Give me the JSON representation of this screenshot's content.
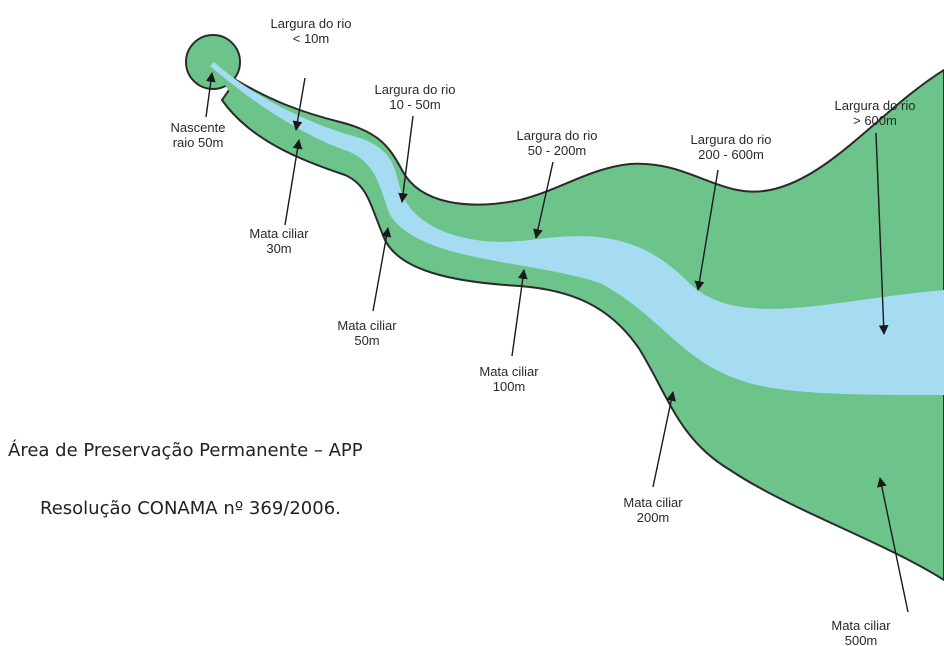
{
  "colors": {
    "vegetation": "#6cc48a",
    "river": "#a5dcf2",
    "outline": "#2b2b2b",
    "arrow": "#1a1a1a"
  },
  "river_labels": [
    {
      "line1": "Largura do rio",
      "line2": "< 10m"
    },
    {
      "line1": "Largura do rio",
      "line2": "10 - 50m"
    },
    {
      "line1": "Largura do rio",
      "line2": "50 - 200m"
    },
    {
      "line1": "Largura do rio",
      "line2": "200 - 600m"
    },
    {
      "line1": "Largura do rio",
      "line2": "> 600m"
    }
  ],
  "source_label": {
    "line1": "Nascente",
    "line2": "raio 50m"
  },
  "buffer_labels": [
    {
      "line1": "Mata ciliar",
      "line2": "30m"
    },
    {
      "line1": "Mata ciliar",
      "line2": "50m"
    },
    {
      "line1": "Mata ciliar",
      "line2": "100m"
    },
    {
      "line1": "Mata ciliar",
      "line2": "200m"
    },
    {
      "line1": "Mata ciliar",
      "line2": "500m"
    }
  ],
  "caption": {
    "title": "Área de Preservação Permanente – APP",
    "subtitle": "Resolução CONAMA nº 369/2006."
  }
}
